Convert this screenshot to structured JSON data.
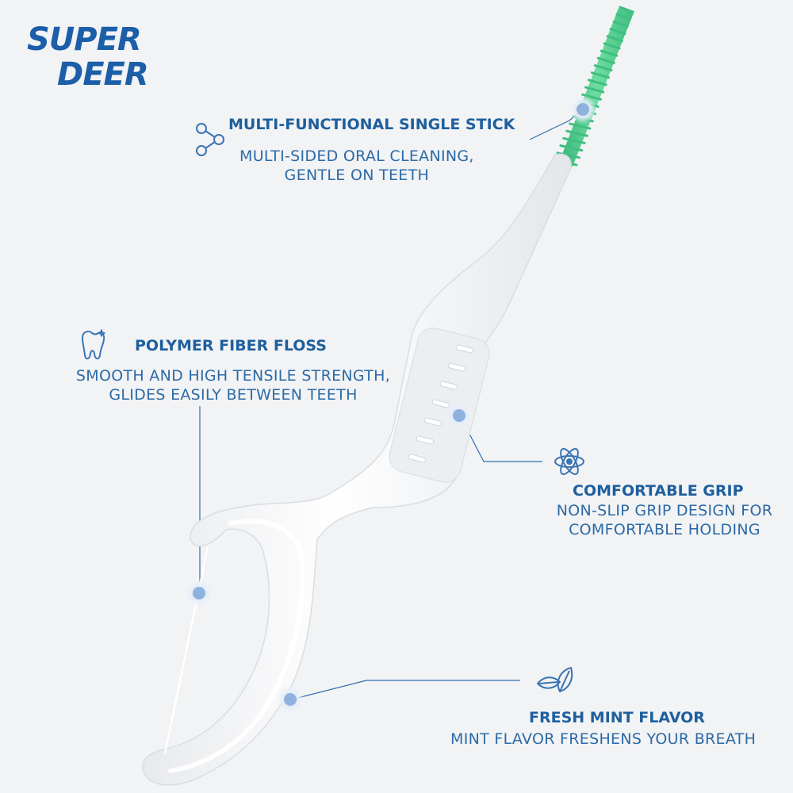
{
  "brand": {
    "line1": "SUPER",
    "line2": "DEER"
  },
  "features": [
    {
      "title": "MULTI-FUNCTIONAL SINGLE STICK",
      "desc": [
        "MULTI-SIDED ORAL CLEANING,",
        "GENTLE ON TEETH"
      ],
      "icon": "molecule-icon"
    },
    {
      "title": "POLYMER FIBER FLOSS",
      "desc": [
        "SMOOTH AND HIGH TENSILE STRENGTH,",
        "GLIDES EASILY BETWEEN TEETH"
      ],
      "icon": "tooth-icon"
    },
    {
      "title": "COMFORTABLE GRIP",
      "desc": [
        "NON-SLIP GRIP DESIGN FOR",
        "COMFORTABLE HOLDING"
      ],
      "icon": "atom-icon"
    },
    {
      "title": "FRESH MINT FLAVOR",
      "desc": [
        "MINT FLAVOR FRESHENS YOUR BREATH"
      ],
      "icon": "leaf-icon"
    }
  ],
  "colors": {
    "background": "#f2f3f5",
    "brand": "#1c5ea8",
    "text": "#1e5f9e",
    "bristles": "#4ecb8a",
    "product": "#ffffff",
    "marker": "#8fb1dd"
  }
}
